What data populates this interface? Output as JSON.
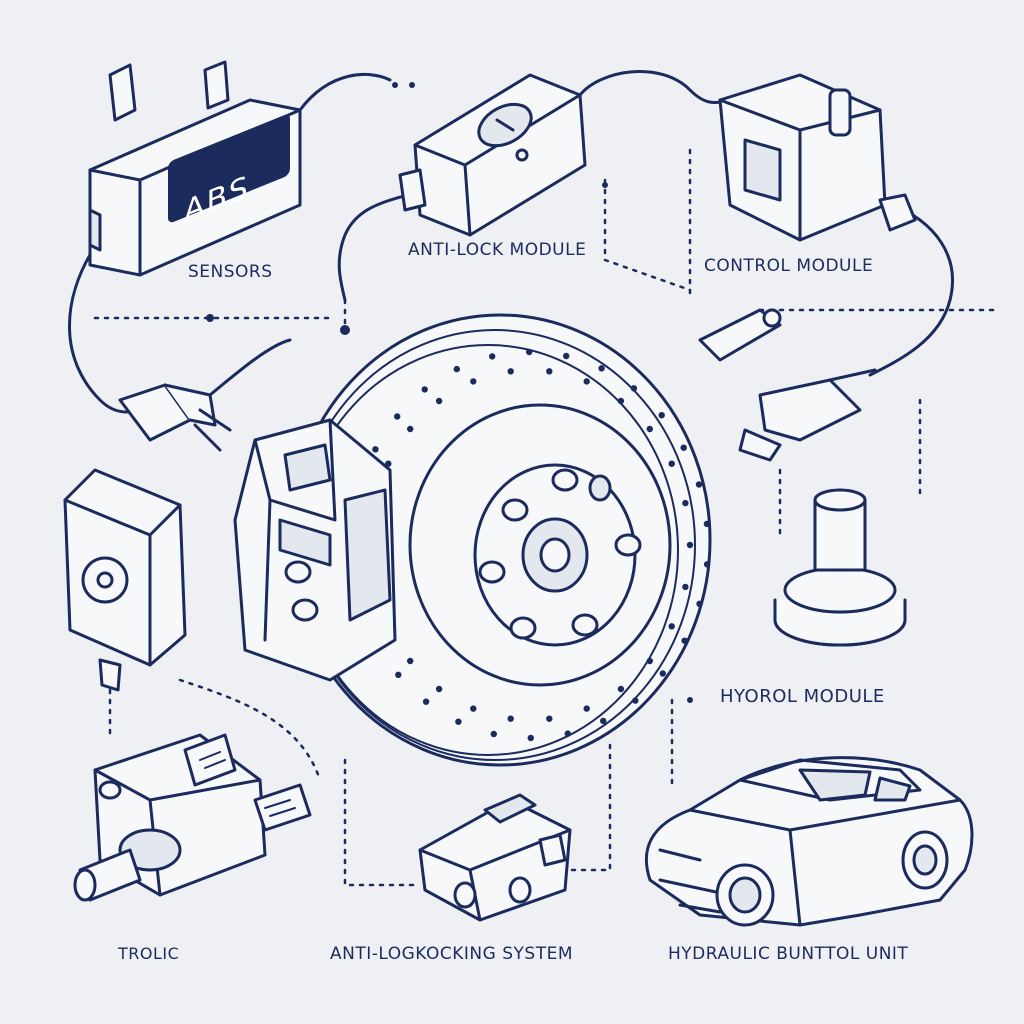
{
  "labels": {
    "sensors": "SENSORS",
    "anti_lock_module": "ANTI-LOCK MODULE",
    "control_module": "CONTROL MODULE",
    "hyorol_module": "HYOROL MODULE",
    "trolic": "TROLIC",
    "anti_locking_system": "ANTI-LOGKOCKING SYSTEM",
    "hydraulic_unit": "HYDRAULIC BUNTTOL UNIT"
  },
  "abs_badge": "ABS",
  "colors": {
    "ink": "#1b2b5e",
    "background": "#eef0f3",
    "panel": "#f7f8fa"
  }
}
